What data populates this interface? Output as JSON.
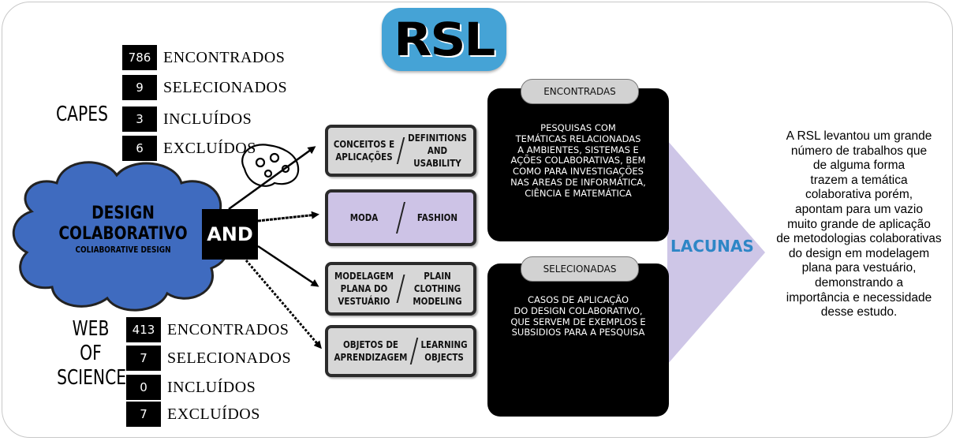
{
  "title": "RSL",
  "capes": {
    "name": "CAPES",
    "stats": [
      {
        "value": "786",
        "label": "ENCONTRADOS"
      },
      {
        "value": "9",
        "label": "SELECIONADOS"
      },
      {
        "value": "3",
        "label": "INCLUÍDOS"
      },
      {
        "value": "6",
        "label": "EXCLUÍDOS"
      }
    ]
  },
  "wos": {
    "name_lines": [
      "WEB",
      "OF",
      "SCIENCE"
    ],
    "stats": [
      {
        "value": "413",
        "label": "ENCONTRADOS"
      },
      {
        "value": "7",
        "label": "SELECIONADOS"
      },
      {
        "value": "0",
        "label": "INCLUÍDOS"
      },
      {
        "value": "7",
        "label": "EXCLUÍDOS"
      }
    ]
  },
  "core": {
    "line1": "DESIGN",
    "line2": "COLABORATIVO",
    "subtitle": "COLIABORATIVE DESIGN",
    "connector": "AND",
    "cloud_color": "#3f6bbf"
  },
  "topics": [
    {
      "left_lines": [
        "CONCEITOS E",
        "APLICAÇÕES"
      ],
      "right_lines": [
        "DEFINITIONS",
        "AND USABILITY"
      ],
      "fill": "#d7d7d7"
    },
    {
      "left_lines": [
        "MODA"
      ],
      "right_lines": [
        "FASHION"
      ],
      "fill": "#cdc3e6"
    },
    {
      "left_lines": [
        "MODELAGEM",
        "PLANA DO",
        "VESTUÁRIO"
      ],
      "right_lines": [
        "PLAIN CLOTHING",
        "MODELING"
      ],
      "fill": "#d7d7d7"
    },
    {
      "left_lines": [
        "OBJETOS DE",
        "APRENDIZAGEM"
      ],
      "right_lines": [
        "LEARNING",
        "OBJECTS"
      ],
      "fill": "#d7d7d7"
    }
  ],
  "results": [
    {
      "pill": "ENCONTRADAS",
      "lines": [
        "PESQUISAS COM",
        "TEMÁTICAS RELACIONADAS",
        "A AMBIENTES, SISTEMAS E",
        "AÇÕES COLABORATIVAS, BEM",
        "COMO PARA INVESTIGAÇÕES",
        "NAS AREAS DE INFORMÁTICA,",
        "CIÊNCIA E MATEMÁTICA"
      ]
    },
    {
      "pill": "SELECIONADAS",
      "lines": [
        "CASOS DE APLICAÇÃO",
        "DO DESIGN COLABORATIVO,",
        "QUE SERVEM DE EXEMPLOS E",
        "SUBSIDIOS PARA A PESQUISA"
      ]
    }
  ],
  "gap_label": "LACUNAS",
  "conclusion_lines": [
    "A RSL levantou um grande",
    "número de trabalhos que",
    "de alguma forma",
    "trazem a temática",
    "colaborativa porém,",
    "apontam para um vazio",
    "muito grande de aplicação",
    "de metodologias  colaborativas",
    "do design em modelagem",
    "plana para vestuário,",
    "demonstrando a",
    "importância e necessidade",
    "desse estudo."
  ],
  "colors": {
    "rsl_badge": "#45a3d6",
    "lacunas_text": "#2e86c6",
    "funnel": "#c9c0e4",
    "result_box": "#000000"
  }
}
